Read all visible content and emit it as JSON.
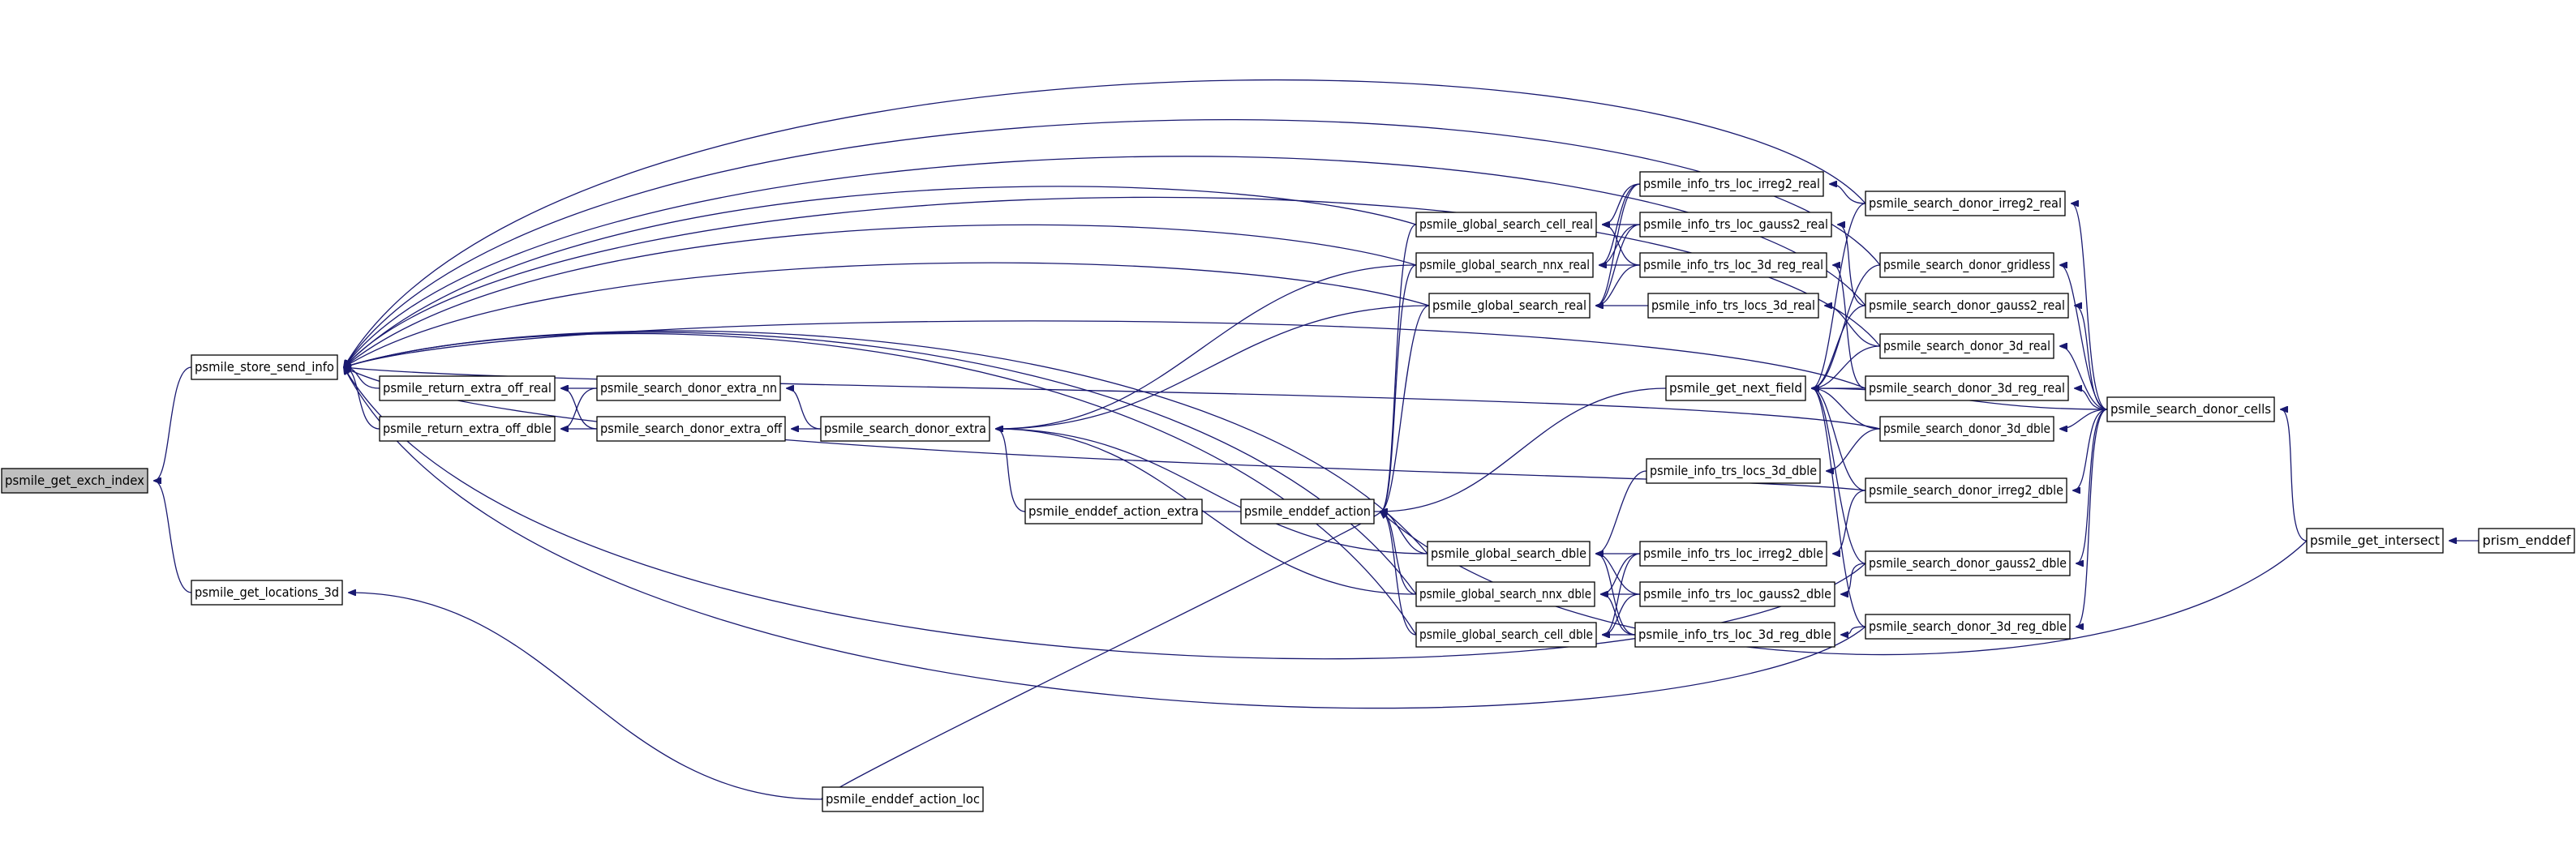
{
  "graph": {
    "type": "caller-graph",
    "edge_color": "#191970",
    "root_fill": "#bfbfbf",
    "nodes": [
      {
        "id": "exch",
        "label": "psmile_get_exch_index",
        "root": true
      },
      {
        "id": "store",
        "label": "psmile_store_send_info"
      },
      {
        "id": "loc3d",
        "label": "psmile_get_locations_3d"
      },
      {
        "id": "reor",
        "label": "psmile_return_extra_off_real"
      },
      {
        "id": "reod",
        "label": "psmile_return_extra_off_dble"
      },
      {
        "id": "sden",
        "label": "psmile_search_donor_extra_nn"
      },
      {
        "id": "sdeo",
        "label": "psmile_search_donor_extra_off"
      },
      {
        "id": "sde",
        "label": "psmile_search_donor_extra"
      },
      {
        "id": "eae",
        "label": "psmile_enddef_action_extra"
      },
      {
        "id": "ea",
        "label": "psmile_enddef_action"
      },
      {
        "id": "eal",
        "label": "psmile_enddef_action_loc"
      },
      {
        "id": "gscr",
        "label": "psmile_global_search_cell_real"
      },
      {
        "id": "gsnr",
        "label": "psmile_global_search_nnx_real"
      },
      {
        "id": "gsr",
        "label": "psmile_global_search_real"
      },
      {
        "id": "gsd",
        "label": "psmile_global_search_dble"
      },
      {
        "id": "gsnd",
        "label": "psmile_global_search_nnx_dble"
      },
      {
        "id": "gscd",
        "label": "psmile_global_search_cell_dble"
      },
      {
        "id": "itli2r",
        "label": "psmile_info_trs_loc_irreg2_real"
      },
      {
        "id": "itlg2r",
        "label": "psmile_info_trs_loc_gauss2_real"
      },
      {
        "id": "itl3rr",
        "label": "psmile_info_trs_loc_3d_reg_real"
      },
      {
        "id": "itls3r",
        "label": "psmile_info_trs_locs_3d_real"
      },
      {
        "id": "gnf",
        "label": "psmile_get_next_field"
      },
      {
        "id": "itls3d",
        "label": "psmile_info_trs_locs_3d_dble"
      },
      {
        "id": "itli2d",
        "label": "psmile_info_trs_loc_irreg2_dble"
      },
      {
        "id": "itlg2d",
        "label": "psmile_info_trs_loc_gauss2_dble"
      },
      {
        "id": "itl3rd",
        "label": "psmile_info_trs_loc_3d_reg_dble"
      },
      {
        "id": "sdi2r",
        "label": "psmile_search_donor_irreg2_real"
      },
      {
        "id": "sdg",
        "label": "psmile_search_donor_gridless"
      },
      {
        "id": "sdg2r",
        "label": "psmile_search_donor_gauss2_real"
      },
      {
        "id": "sd3r",
        "label": "psmile_search_donor_3d_real"
      },
      {
        "id": "sd3rr",
        "label": "psmile_search_donor_3d_reg_real"
      },
      {
        "id": "sd3d",
        "label": "psmile_search_donor_3d_dble"
      },
      {
        "id": "sdi2d",
        "label": "psmile_search_donor_irreg2_dble"
      },
      {
        "id": "sdg2d",
        "label": "psmile_search_donor_gauss2_dble"
      },
      {
        "id": "sd3rd",
        "label": "psmile_search_donor_3d_reg_dble"
      },
      {
        "id": "sdc",
        "label": "psmile_search_donor_cells"
      },
      {
        "id": "gi",
        "label": "psmile_get_intersect"
      },
      {
        "id": "pe",
        "label": "prism_enddef"
      }
    ],
    "edges": [
      [
        "store",
        "exch"
      ],
      [
        "loc3d",
        "exch"
      ],
      [
        "reor",
        "store"
      ],
      [
        "reod",
        "store"
      ],
      [
        "gscr",
        "store"
      ],
      [
        "gsnr",
        "store"
      ],
      [
        "gsr",
        "store"
      ],
      [
        "gsd",
        "store"
      ],
      [
        "gsnd",
        "store"
      ],
      [
        "gscd",
        "store"
      ],
      [
        "sdi2r",
        "store"
      ],
      [
        "sdg",
        "store"
      ],
      [
        "sdg2r",
        "store"
      ],
      [
        "sd3r",
        "store"
      ],
      [
        "sd3rr",
        "store"
      ],
      [
        "sd3d",
        "store"
      ],
      [
        "sdi2d",
        "store"
      ],
      [
        "sdg2d",
        "store"
      ],
      [
        "sd3rd",
        "store"
      ],
      [
        "eal",
        "loc3d"
      ],
      [
        "sden",
        "reor"
      ],
      [
        "sdeo",
        "reor"
      ],
      [
        "sden",
        "reod"
      ],
      [
        "sdeo",
        "reod"
      ],
      [
        "sde",
        "sden"
      ],
      [
        "sde",
        "sdeo"
      ],
      [
        "eae",
        "sde"
      ],
      [
        "gsnr",
        "sde"
      ],
      [
        "gsr",
        "sde"
      ],
      [
        "gsd",
        "sde"
      ],
      [
        "gsnd",
        "sde"
      ],
      [
        "eae",
        "ea"
      ],
      [
        "eal",
        "ea"
      ],
      [
        "gscr",
        "ea"
      ],
      [
        "gsnr",
        "ea"
      ],
      [
        "gsr",
        "ea"
      ],
      [
        "gsd",
        "ea"
      ],
      [
        "gsnd",
        "ea"
      ],
      [
        "gscd",
        "ea"
      ],
      [
        "gnf",
        "ea"
      ],
      [
        "gi",
        "ea"
      ],
      [
        "itli2r",
        "gscr"
      ],
      [
        "itlg2r",
        "gscr"
      ],
      [
        "itl3rr",
        "gscr"
      ],
      [
        "itli2r",
        "gsnr"
      ],
      [
        "itlg2r",
        "gsnr"
      ],
      [
        "itl3rr",
        "gsnr"
      ],
      [
        "itli2r",
        "gsr"
      ],
      [
        "itlg2r",
        "gsr"
      ],
      [
        "itl3rr",
        "gsr"
      ],
      [
        "itls3r",
        "gsr"
      ],
      [
        "itls3d",
        "gsd"
      ],
      [
        "itli2d",
        "gsd"
      ],
      [
        "itlg2d",
        "gsd"
      ],
      [
        "itl3rd",
        "gsd"
      ],
      [
        "itli2d",
        "gsnd"
      ],
      [
        "itlg2d",
        "gsnd"
      ],
      [
        "itl3rd",
        "gsnd"
      ],
      [
        "itli2d",
        "gscd"
      ],
      [
        "itlg2d",
        "gscd"
      ],
      [
        "itl3rd",
        "gscd"
      ],
      [
        "sdi2r",
        "itli2r"
      ],
      [
        "sdg2r",
        "itlg2r"
      ],
      [
        "sd3rr",
        "itl3rr"
      ],
      [
        "sd3r",
        "itls3r"
      ],
      [
        "sd3d",
        "itls3d"
      ],
      [
        "sdi2d",
        "itli2d"
      ],
      [
        "sdg2d",
        "itlg2d"
      ],
      [
        "sd3rd",
        "itl3rd"
      ],
      [
        "sdi2r",
        "gnf"
      ],
      [
        "sdg",
        "gnf"
      ],
      [
        "sdg2r",
        "gnf"
      ],
      [
        "sd3r",
        "gnf"
      ],
      [
        "sd3rr",
        "gnf"
      ],
      [
        "sd3d",
        "gnf"
      ],
      [
        "sdi2d",
        "gnf"
      ],
      [
        "sdg2d",
        "gnf"
      ],
      [
        "sd3rd",
        "gnf"
      ],
      [
        "sdc",
        "gnf"
      ],
      [
        "sdc",
        "sdi2r"
      ],
      [
        "sdc",
        "sdg"
      ],
      [
        "sdc",
        "sdg2r"
      ],
      [
        "sdc",
        "sd3r"
      ],
      [
        "sdc",
        "sd3rr"
      ],
      [
        "sdc",
        "sd3d"
      ],
      [
        "sdc",
        "sdi2d"
      ],
      [
        "sdc",
        "sdg2d"
      ],
      [
        "sdc",
        "sd3rd"
      ],
      [
        "gi",
        "sdc"
      ],
      [
        "pe",
        "gi"
      ]
    ]
  }
}
